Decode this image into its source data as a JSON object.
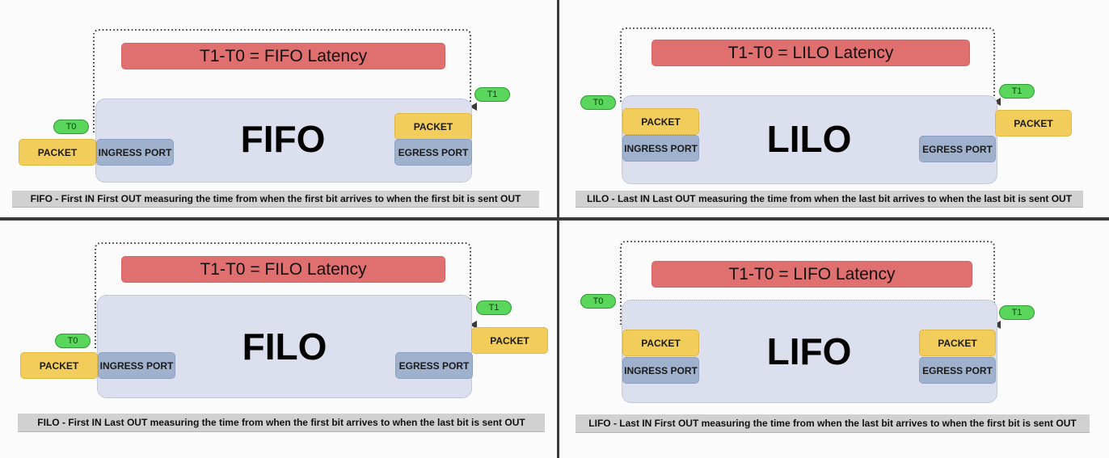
{
  "quadrants": [
    {
      "title": "T1-T0 = FIFO Latency",
      "label": "FIFO",
      "t0": "T0",
      "t1": "T1",
      "ingress": "INGRESS PORT",
      "egress": "EGRESS PORT",
      "packet_in": "PACKET",
      "packet_out": "PACKET",
      "caption": "FIFO - First IN First OUT measuring the time from when the first bit arrives to when the first bit is sent OUT"
    },
    {
      "title": "T1-T0 = LILO Latency",
      "label": "LILO",
      "t0": "T0",
      "t1": "T1",
      "ingress": "INGRESS PORT",
      "egress": "EGRESS PORT",
      "packet_in": "PACKET",
      "packet_out": "PACKET",
      "caption": "LILO - Last IN Last OUT measuring the time from when the last bit arrives to when the last bit is sent OUT"
    },
    {
      "title": "T1-T0 = FILO Latency",
      "label": "FILO",
      "t0": "T0",
      "t1": "T1",
      "ingress": "INGRESS PORT",
      "egress": "EGRESS PORT",
      "packet_in": "PACKET",
      "packet_out": "PACKET",
      "caption": "FILO - First IN Last OUT measuring the time from when the first bit arrives to when the last bit is sent OUT"
    },
    {
      "title": "T1-T0 = LIFO Latency",
      "label": "LIFO",
      "t0": "T0",
      "t1": "T1",
      "ingress": "INGRESS PORT",
      "egress": "EGRESS PORT",
      "packet_in": "PACKET",
      "packet_out": "PACKET",
      "caption": "LIFO - Last IN First OUT measuring the time from when the last bit arrives to when the first bit is sent OUT"
    }
  ],
  "colors": {
    "title_bar": "#e07070",
    "body_box": "#dcdfee",
    "packet": "#f3cd5c",
    "port": "#9fb1cc",
    "timestamp_pill": "#59d65b",
    "caption_bar": "#d2d1d1"
  }
}
